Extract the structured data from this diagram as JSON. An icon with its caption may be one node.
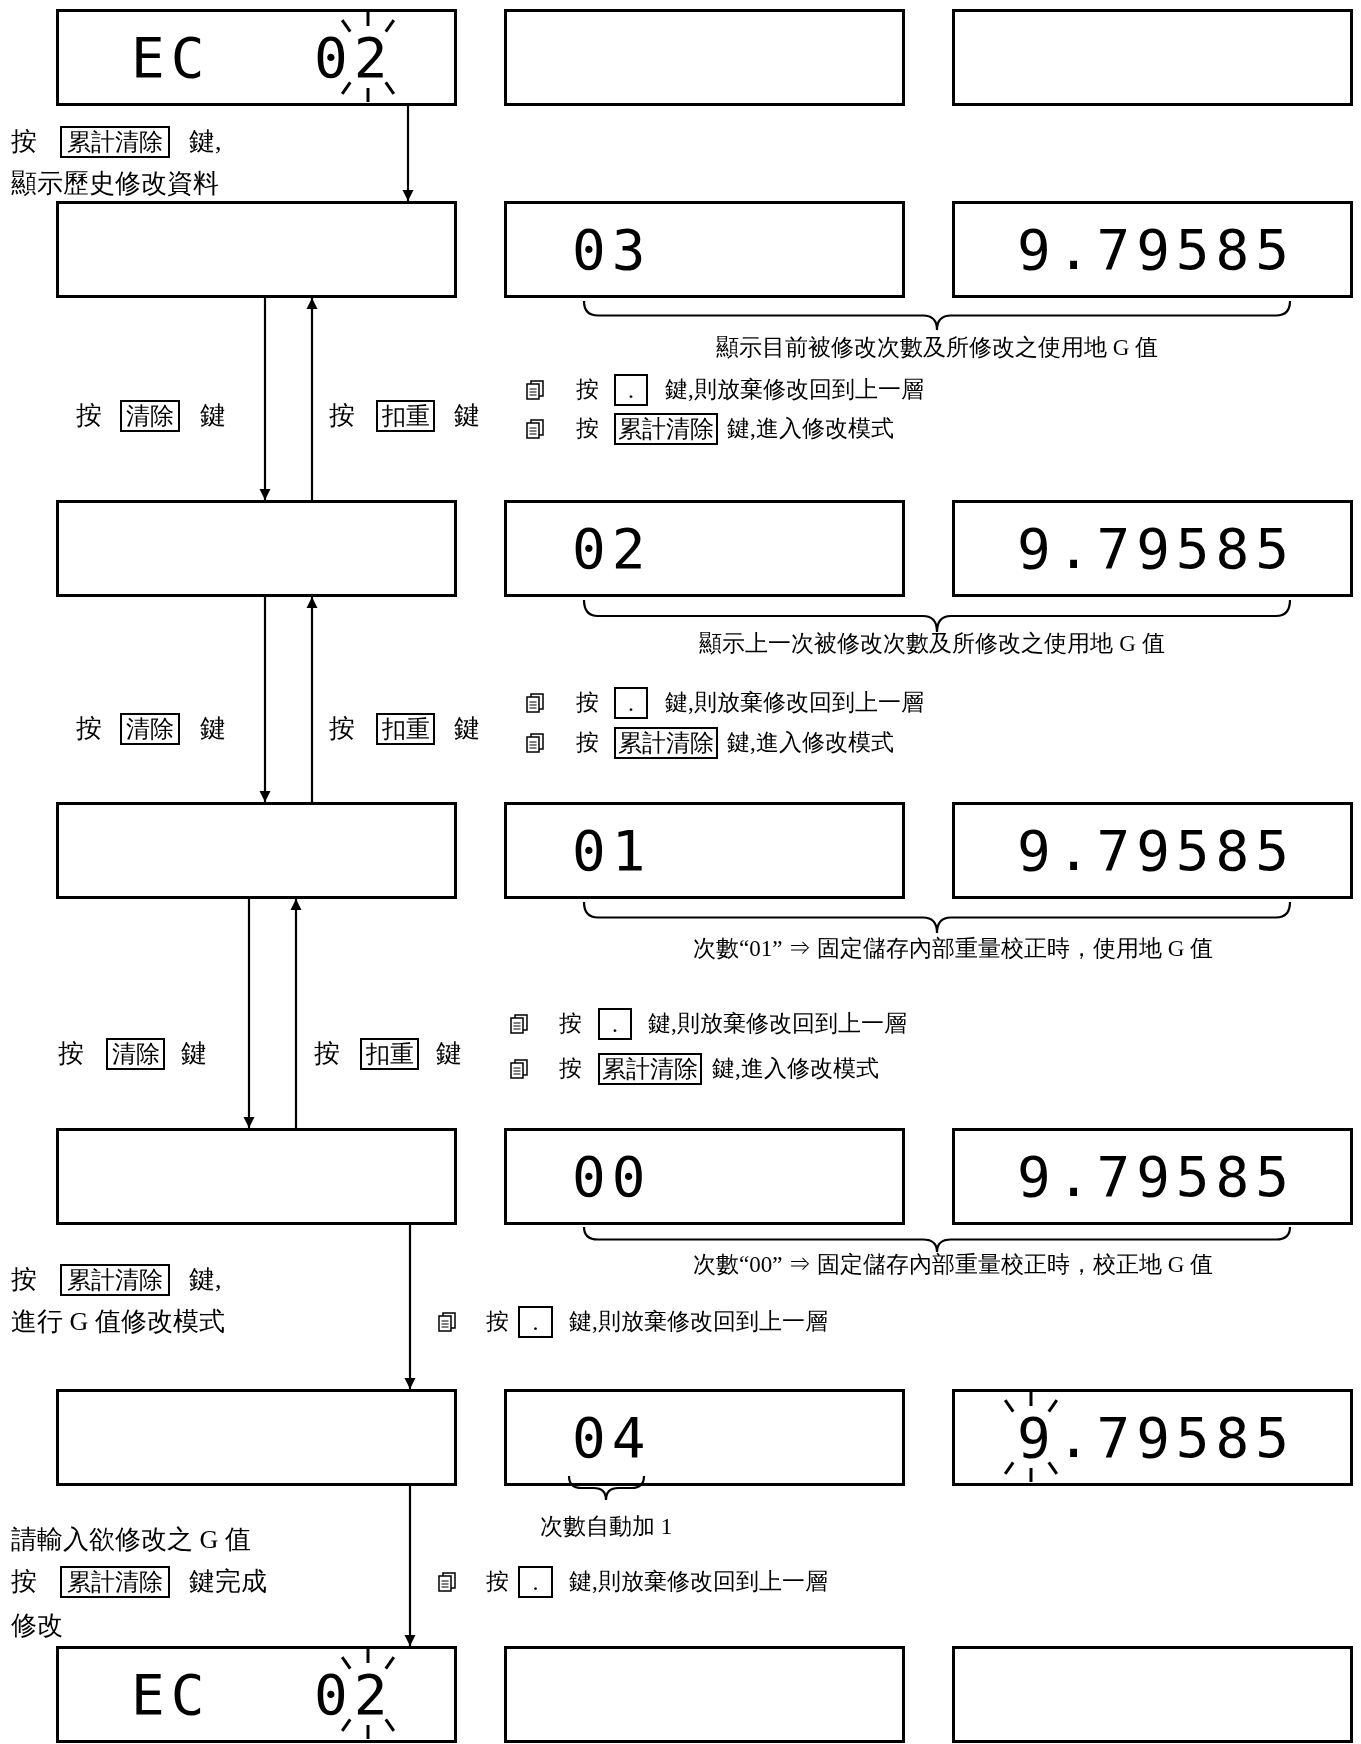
{
  "diagram": {
    "nodes": [
      {
        "text": [
          "EC",
          "02"
        ]
      },
      {
        "text": [],
        "shape": "box"
      },
      {
        "text": [],
        "shape": "box"
      },
      {
        "text": [],
        "shape": "box"
      },
      {
        "text": [
          "03"
        ]
      },
      {
        "text": [
          "9.79585"
        ]
      },
      {
        "text": [],
        "shape": "box"
      },
      {
        "text": [
          "02"
        ]
      },
      {
        "text": [
          "9.79585"
        ]
      },
      {
        "text": [],
        "shape": "box"
      },
      {
        "text": [
          "01"
        ]
      },
      {
        "text": [
          "9.79585"
        ]
      },
      {
        "text": [],
        "shape": "box"
      },
      {
        "text": [
          "00"
        ]
      },
      {
        "text": [
          "9.79585"
        ]
      },
      {
        "text": [],
        "shape": "box"
      },
      {
        "text": [
          "04"
        ]
      },
      {
        "text": [
          "9.79585"
        ]
      },
      {
        "text": [
          "EC",
          "02"
        ]
      },
      {
        "text": [],
        "shape": "box"
      },
      {
        "text": [],
        "shape": "box"
      },
      {
        "text": [
          "累計清除"
        ]
      },
      {
        "text": [
          "清除"
        ]
      },
      {
        "text": [
          "扣重"
        ]
      },
      {
        "text": [
          "."
        ]
      },
      {
        "text": [
          "累計清除"
        ]
      },
      {
        "text": [
          "清除"
        ]
      },
      {
        "text": [
          "扣重"
        ]
      },
      {
        "text": [
          "."
        ]
      },
      {
        "text": [
          "累計清除"
        ]
      },
      {
        "text": [
          "清除"
        ]
      },
      {
        "text": [
          "扣重"
        ]
      },
      {
        "text": [
          "."
        ]
      },
      {
        "text": [
          "累計清除"
        ]
      },
      {
        "text": [
          "累計清除"
        ]
      },
      {
        "text": [
          "."
        ]
      },
      {
        "text": [
          "累計清除"
        ]
      },
      {
        "text": [
          "."
        ]
      }
    ],
    "edges": [
      {
        "from": 0,
        "to": 3,
        "arrow": "to"
      },
      {
        "from": 3,
        "to": 6,
        "arrow": "to"
      },
      {
        "from": 6,
        "to": 3,
        "arrow": "to"
      },
      {
        "from": 6,
        "to": 9,
        "arrow": "to"
      },
      {
        "from": 9,
        "to": 6,
        "arrow": "to"
      },
      {
        "from": 9,
        "to": 12,
        "arrow": "to"
      },
      {
        "from": 12,
        "to": 9,
        "arrow": "to"
      },
      {
        "from": 12,
        "to": 15,
        "arrow": "to"
      },
      {
        "from": 15,
        "to": 18,
        "arrow": "to"
      }
    ],
    "labels": [
      "按",
      "鍵,",
      "顯示歷史修改資料",
      "顯示目前被修改次數及所修改之使用地 G 值",
      "按",
      "鍵,則放棄修改回到上一層",
      "按",
      "鍵",
      "按",
      "鍵",
      "按",
      "鍵,進入修改模式",
      "顯示上一次被修改次數及所修改之使用地 G 值",
      "按",
      "鍵,則放棄修改回到上一層",
      "按",
      "鍵",
      "按",
      "鍵",
      "按",
      "鍵,進入修改模式",
      "次數“01” ⇒ 固定儲存內部重量校正時，使用地 G 值",
      "按",
      "鍵,則放棄修改回到上一層",
      "按",
      "鍵",
      "按",
      "鍵",
      "按",
      "鍵,進入修改模式",
      "次數“00” ⇒ 固定儲存內部重量校正時，校正地 G 值",
      "按",
      "鍵,",
      "進行 G 值修改模式",
      "按",
      "鍵,則放棄修改回到上一層",
      "次數自動加 1",
      "請輸入欲修改之 G 值",
      "按",
      "鍵完成",
      "按",
      "鍵,則放棄修改回到上一層",
      "修改"
    ]
  }
}
